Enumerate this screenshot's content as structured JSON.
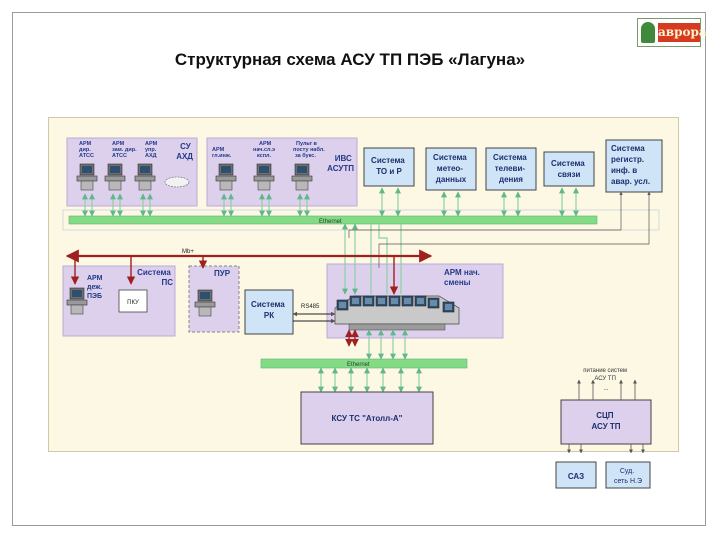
{
  "slide": {
    "title": "Структурная схема АСУ ТП ПЭБ «Лагуна»",
    "logo_text": "аврора"
  },
  "diagram": {
    "groups": {
      "su_ahd": [
        "СУ",
        "АХД"
      ],
      "ivs_asutp": [
        "ИВС",
        "АСУТП"
      ],
      "sistema_ps": [
        "Система",
        "ПС"
      ],
      "pur": "ПУР",
      "arm_smeny": [
        "АРМ нач.",
        "смены"
      ]
    },
    "workstations": {
      "arm_dir_atss": [
        "АРМ",
        "дир.",
        "АТСС"
      ],
      "arm_zam_dir_atss": [
        "АРМ",
        "зам. дир.",
        "АТСС"
      ],
      "arm_upr_ahd": [
        "АРМ",
        "упр.",
        "АХД"
      ],
      "arm_gl_inzh": [
        "АРМ",
        "гл.инж."
      ],
      "arm_nach_sl_expl": [
        "АРМ",
        "нач.сл.э",
        "кспл."
      ],
      "pult_posta_nabl": [
        "Пульт в",
        "посту набл.",
        "за букс."
      ],
      "arm_dezh_peb": [
        "АРМ",
        "деж.",
        "ПЭБ"
      ]
    },
    "boxes": {
      "sistema_to_ir": [
        "Система",
        "ТО и Р"
      ],
      "sistema_meteo": [
        "Система",
        "метео-",
        "данных"
      ],
      "sistema_televideniya": [
        "Система",
        "телеви-",
        "дения"
      ],
      "sistema_svyazi": [
        "Система",
        "связи"
      ],
      "sistema_registr": [
        "Система",
        "регистр.",
        "инф. в",
        "авар. усл."
      ],
      "pku": "ПКУ",
      "sistema_rk": [
        "Система",
        "РК"
      ],
      "ksu_ts": "КСУ ТС \"Атолл-А\"",
      "scp_asutp": [
        "СЦП",
        "АСУ ТП"
      ],
      "saz": "САЗ",
      "sud_set": [
        "Суд.",
        "сеть Н.Э"
      ]
    },
    "labels": {
      "ethernet_top": "Ethernet",
      "ethernet_bottom": "Ethernet",
      "mbplus": "Mb+",
      "rs485": "RS485",
      "pitanie": [
        "питание систем",
        "АСУ ТП",
        "..."
      ]
    },
    "colors": {
      "group_fill": "#ddd0ec",
      "group_border": "#bbaad3",
      "ethernet_bar": "#83dc83",
      "ethernet_arrow": "#8dcfa6",
      "mbplus_line": "#a02020",
      "box_border": "#444444",
      "blue_box": "#cfe4f7",
      "background": "#fdf8e4"
    }
  }
}
